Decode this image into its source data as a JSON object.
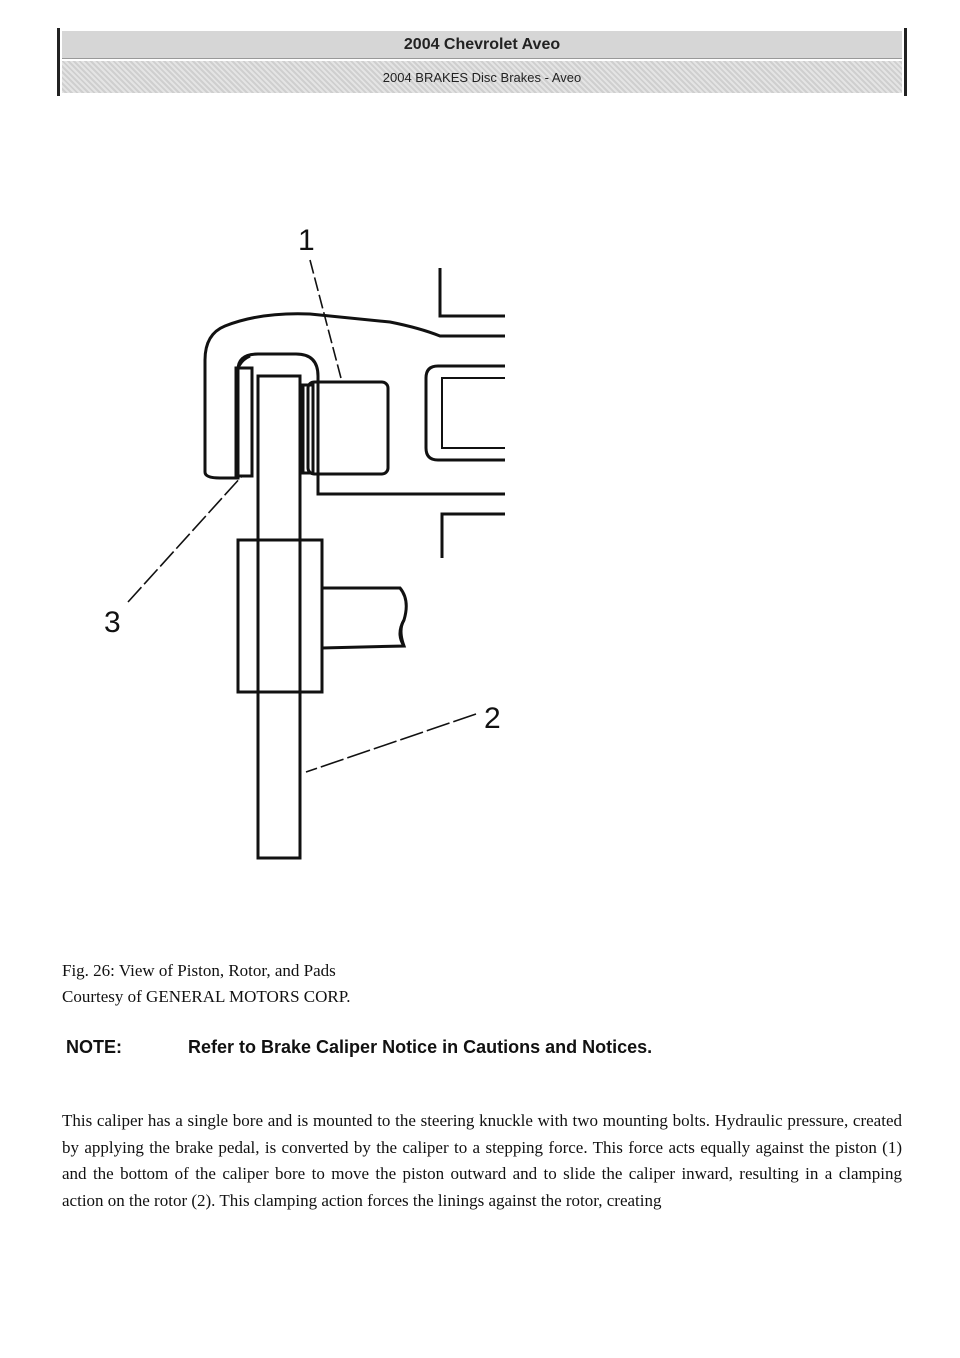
{
  "header": {
    "title": "2004 Chevrolet Aveo",
    "subtitle": "2004 BRAKES Disc Brakes - Aveo"
  },
  "figure": {
    "callouts": [
      "1",
      "2",
      "3"
    ]
  },
  "caption": {
    "line1": "Fig. 26: View of Piston, Rotor, and Pads",
    "line2": "Courtesy of GENERAL MOTORS CORP."
  },
  "note": {
    "label": "NOTE:",
    "text": "Refer to Brake Caliper Notice in Cautions and Notices."
  },
  "body": {
    "paragraph": "This caliper has a single bore and is mounted to the steering knuckle with two mounting bolts. Hydraulic pressure, created by applying the brake pedal, is converted by the caliper to a stepping force. This force acts equally against the piston (1) and the bottom of the caliper bore to move the piston outward and to slide the caliper inward, resulting in a clamping action on the rotor (2). This clamping action forces the linings against the rotor, creating"
  }
}
